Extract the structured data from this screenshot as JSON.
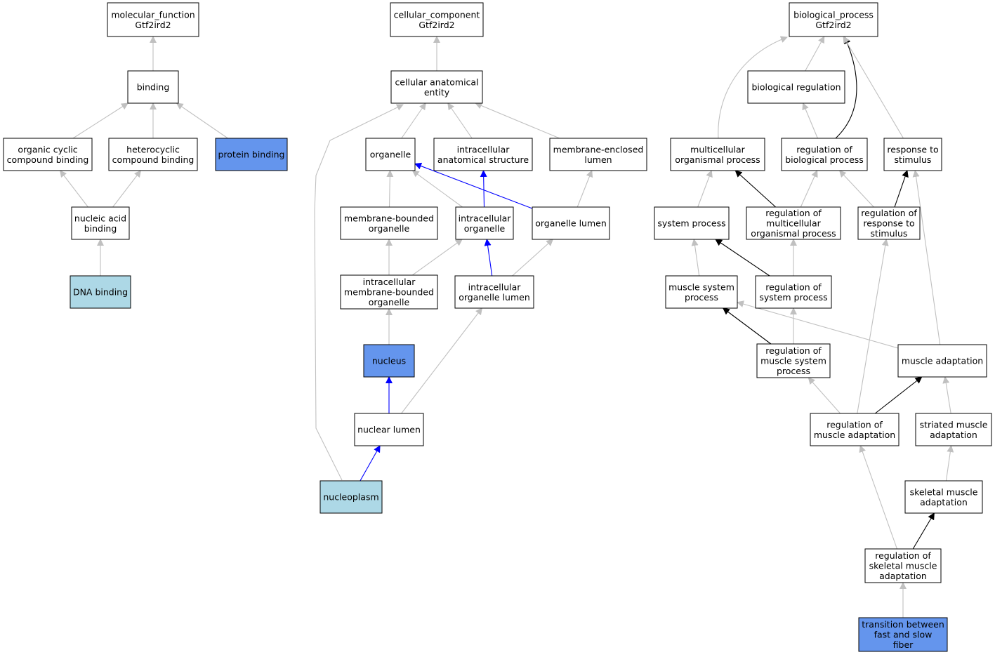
{
  "colors": {
    "default_fill": "#ffffff",
    "highlight_fill": "#6495ed",
    "light_fill": "#add8e6",
    "edge_gray": "#c0c0c0",
    "edge_black": "#000000",
    "edge_blue": "#0000ff"
  },
  "nodes": [
    {
      "id": "mf_root",
      "lines": [
        "molecular_function",
        "Gtf2ird2"
      ],
      "fill": "default"
    },
    {
      "id": "binding",
      "lines": [
        "binding"
      ],
      "fill": "default"
    },
    {
      "id": "organic_cyclic",
      "lines": [
        "organic cyclic",
        "compound binding"
      ],
      "fill": "default"
    },
    {
      "id": "heterocyclic",
      "lines": [
        "heterocyclic",
        "compound binding"
      ],
      "fill": "default"
    },
    {
      "id": "protein_binding",
      "lines": [
        "protein binding"
      ],
      "fill": "highlight"
    },
    {
      "id": "nucleic_acid",
      "lines": [
        "nucleic acid",
        "binding"
      ],
      "fill": "default"
    },
    {
      "id": "dna_binding",
      "lines": [
        "DNA binding"
      ],
      "fill": "light"
    },
    {
      "id": "cc_root",
      "lines": [
        "cellular_component",
        "Gtf2ird2"
      ],
      "fill": "default"
    },
    {
      "id": "cae",
      "lines": [
        "cellular anatomical",
        "entity"
      ],
      "fill": "default"
    },
    {
      "id": "organelle",
      "lines": [
        "organelle"
      ],
      "fill": "default"
    },
    {
      "id": "ias",
      "lines": [
        "intracellular",
        "anatomical structure"
      ],
      "fill": "default"
    },
    {
      "id": "mel",
      "lines": [
        "membrane-enclosed",
        "lumen"
      ],
      "fill": "default"
    },
    {
      "id": "mbo",
      "lines": [
        "membrane-bounded",
        "organelle"
      ],
      "fill": "default"
    },
    {
      "id": "io",
      "lines": [
        "intracellular",
        "organelle"
      ],
      "fill": "default"
    },
    {
      "id": "ol",
      "lines": [
        "organelle lumen"
      ],
      "fill": "default"
    },
    {
      "id": "imbo",
      "lines": [
        "intracellular",
        "membrane-bounded",
        "organelle"
      ],
      "fill": "default"
    },
    {
      "id": "iol",
      "lines": [
        "intracellular",
        "organelle lumen"
      ],
      "fill": "default"
    },
    {
      "id": "nucleus",
      "lines": [
        "nucleus"
      ],
      "fill": "highlight"
    },
    {
      "id": "nuclear_lumen",
      "lines": [
        "nuclear lumen"
      ],
      "fill": "default"
    },
    {
      "id": "nucleoplasm",
      "lines": [
        "nucleoplasm"
      ],
      "fill": "light"
    },
    {
      "id": "bp_root",
      "lines": [
        "biological_process",
        "Gtf2ird2"
      ],
      "fill": "default"
    },
    {
      "id": "bio_reg",
      "lines": [
        "biological regulation"
      ],
      "fill": "default"
    },
    {
      "id": "mop",
      "lines": [
        "multicellular",
        "organismal process"
      ],
      "fill": "default"
    },
    {
      "id": "rbp",
      "lines": [
        "regulation of",
        "biological process"
      ],
      "fill": "default"
    },
    {
      "id": "rts",
      "lines": [
        "response to",
        "stimulus"
      ],
      "fill": "default"
    },
    {
      "id": "sp",
      "lines": [
        "system process"
      ],
      "fill": "default"
    },
    {
      "id": "rmop",
      "lines": [
        "regulation of",
        "multicellular",
        "organismal process"
      ],
      "fill": "default"
    },
    {
      "id": "rrts",
      "lines": [
        "regulation of",
        "response to",
        "stimulus"
      ],
      "fill": "default"
    },
    {
      "id": "msp",
      "lines": [
        "muscle system",
        "process"
      ],
      "fill": "default"
    },
    {
      "id": "rsp",
      "lines": [
        "regulation of",
        "system process"
      ],
      "fill": "default"
    },
    {
      "id": "rmsp",
      "lines": [
        "regulation of",
        "muscle system",
        "process"
      ],
      "fill": "default"
    },
    {
      "id": "ma",
      "lines": [
        "muscle adaptation"
      ],
      "fill": "default"
    },
    {
      "id": "rma",
      "lines": [
        "regulation of",
        "muscle adaptation"
      ],
      "fill": "default"
    },
    {
      "id": "sma",
      "lines": [
        "striated muscle",
        "adaptation"
      ],
      "fill": "default"
    },
    {
      "id": "skma",
      "lines": [
        "skeletal muscle",
        "adaptation"
      ],
      "fill": "default"
    },
    {
      "id": "rskma",
      "lines": [
        "regulation of",
        "skeletal muscle",
        "adaptation"
      ],
      "fill": "default"
    },
    {
      "id": "tbfs",
      "lines": [
        "transition between",
        "fast and slow",
        "fiber"
      ],
      "fill": "highlight"
    }
  ],
  "edges": [
    {
      "from": "binding",
      "to": "mf_root",
      "kind": "gray"
    },
    {
      "from": "organic_cyclic",
      "to": "binding",
      "kind": "gray"
    },
    {
      "from": "heterocyclic",
      "to": "binding",
      "kind": "gray"
    },
    {
      "from": "protein_binding",
      "to": "binding",
      "kind": "gray"
    },
    {
      "from": "nucleic_acid",
      "to": "organic_cyclic",
      "kind": "gray"
    },
    {
      "from": "nucleic_acid",
      "to": "heterocyclic",
      "kind": "gray"
    },
    {
      "from": "dna_binding",
      "to": "nucleic_acid",
      "kind": "gray"
    },
    {
      "from": "cae",
      "to": "cc_root",
      "kind": "gray"
    },
    {
      "from": "organelle",
      "to": "cae",
      "kind": "gray"
    },
    {
      "from": "ias",
      "to": "cae",
      "kind": "gray"
    },
    {
      "from": "mel",
      "to": "cae",
      "kind": "gray"
    },
    {
      "from": "nucleoplasm",
      "to": "cae",
      "kind": "gray"
    },
    {
      "from": "mbo",
      "to": "organelle",
      "kind": "gray"
    },
    {
      "from": "io",
      "to": "organelle",
      "kind": "gray"
    },
    {
      "from": "ol",
      "to": "organelle",
      "kind": "blue"
    },
    {
      "from": "io",
      "to": "ias",
      "kind": "blue"
    },
    {
      "from": "ol",
      "to": "mel",
      "kind": "gray"
    },
    {
      "from": "imbo",
      "to": "mbo",
      "kind": "gray"
    },
    {
      "from": "imbo",
      "to": "io",
      "kind": "gray"
    },
    {
      "from": "iol",
      "to": "io",
      "kind": "blue"
    },
    {
      "from": "iol",
      "to": "ol",
      "kind": "gray"
    },
    {
      "from": "nucleus",
      "to": "imbo",
      "kind": "gray"
    },
    {
      "from": "nuclear_lumen",
      "to": "nucleus",
      "kind": "blue"
    },
    {
      "from": "nuclear_lumen",
      "to": "iol",
      "kind": "gray"
    },
    {
      "from": "nucleoplasm",
      "to": "nuclear_lumen",
      "kind": "blue"
    },
    {
      "from": "mop",
      "to": "bp_root",
      "kind": "gray"
    },
    {
      "from": "bio_reg",
      "to": "bp_root",
      "kind": "gray"
    },
    {
      "from": "rbp",
      "to": "bp_root",
      "kind": "black"
    },
    {
      "from": "rts",
      "to": "bp_root",
      "kind": "gray"
    },
    {
      "from": "rbp",
      "to": "bio_reg",
      "kind": "gray"
    },
    {
      "from": "sp",
      "to": "mop",
      "kind": "gray"
    },
    {
      "from": "rmop",
      "to": "mop",
      "kind": "black"
    },
    {
      "from": "rmop",
      "to": "rbp",
      "kind": "gray"
    },
    {
      "from": "rrts",
      "to": "rbp",
      "kind": "gray"
    },
    {
      "from": "rrts",
      "to": "rts",
      "kind": "black"
    },
    {
      "from": "ma",
      "to": "rts",
      "kind": "gray"
    },
    {
      "from": "msp",
      "to": "sp",
      "kind": "gray"
    },
    {
      "from": "rsp",
      "to": "sp",
      "kind": "black"
    },
    {
      "from": "rsp",
      "to": "rmop",
      "kind": "gray"
    },
    {
      "from": "rma",
      "to": "rrts",
      "kind": "gray"
    },
    {
      "from": "rmsp",
      "to": "msp",
      "kind": "black"
    },
    {
      "from": "ma",
      "to": "msp",
      "kind": "gray"
    },
    {
      "from": "rmsp",
      "to": "rsp",
      "kind": "gray"
    },
    {
      "from": "rma",
      "to": "rmsp",
      "kind": "gray"
    },
    {
      "from": "rma",
      "to": "ma",
      "kind": "black"
    },
    {
      "from": "sma",
      "to": "ma",
      "kind": "gray"
    },
    {
      "from": "skma",
      "to": "sma",
      "kind": "gray"
    },
    {
      "from": "rskma",
      "to": "rma",
      "kind": "gray"
    },
    {
      "from": "rskma",
      "to": "skma",
      "kind": "black"
    },
    {
      "from": "tbfs",
      "to": "rskma",
      "kind": "gray"
    }
  ]
}
